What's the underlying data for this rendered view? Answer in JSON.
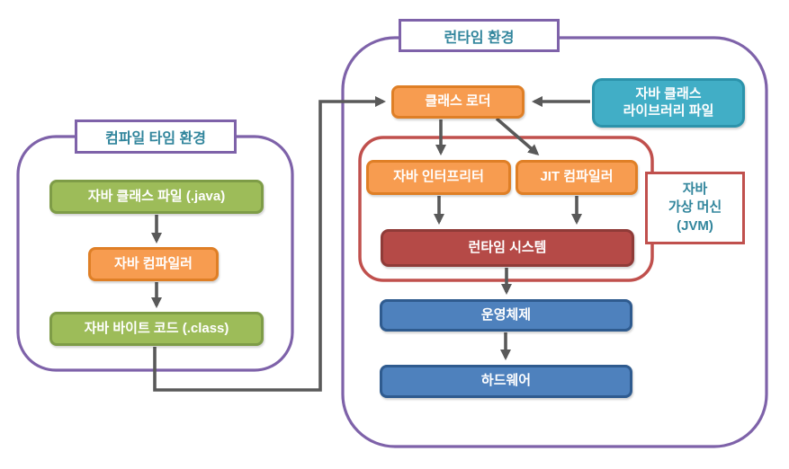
{
  "compile_time": {
    "title": "컴파일 타임 환경",
    "java_class_file": "자바 클래스 파일 (.java)",
    "java_compiler": "자바 컴파일러",
    "java_bytecode": "자바 바이트 코드 (.class)"
  },
  "runtime": {
    "title": "런타임 환경",
    "class_loader": "클래스 로더",
    "class_library": {
      "line1": "자바 클래스",
      "line2": "라이브러리 파일"
    },
    "java_interpreter": "자바 인터프리터",
    "jit_compiler": "JIT 컴파일러",
    "runtime_system": "런타임 시스템",
    "jvm_label": {
      "line1": "자바",
      "line2": "가상 머신",
      "line3": "(JVM)"
    },
    "operating_system": "운영체제",
    "hardware": "하드웨어"
  },
  "colors": {
    "purple_border": "#7E62A9",
    "red_border": "#C0504D",
    "title_text": "#31859C",
    "green_fill": "#9DBC59",
    "green_border": "#7E9C47",
    "orange_fill": "#F79C50",
    "orange_border": "#DF7F26",
    "teal_fill": "#41AEC6",
    "dark_red_fill": "#B54A47",
    "blue_fill": "#4E81BD",
    "connector": "#595959"
  }
}
